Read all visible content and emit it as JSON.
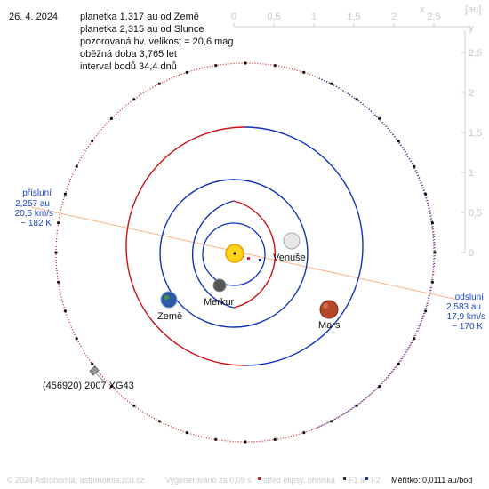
{
  "date": "26. 4. 2024",
  "info_lines": [
    "planetka 1,317 au od Země",
    "planetka 2,315 au od Slunce",
    "pozorovaná hv. velikost = 20,6 mag",
    "oběžná doba 3,765 let",
    "interval bodů 34,4 dnů"
  ],
  "axis": {
    "unit": "[au]",
    "x_label": "x",
    "y_label": "y",
    "x_ticks": [
      "0",
      "0,5",
      "1",
      "1,5",
      "2",
      "2,5"
    ],
    "y_ticks": [
      "2,5",
      "2",
      "1,5",
      "1",
      "0,5",
      "0"
    ]
  },
  "perihelion": {
    "title": "přísluní",
    "distance": "2,257 au",
    "speed": "20,5 km/s",
    "temp": "~ 182 K"
  },
  "aphelion": {
    "title": "odsluní",
    "distance": "2,583 au",
    "speed": "17,9 km/s",
    "temp": "~ 170 K"
  },
  "bodies": {
    "venus": "Venuše",
    "mercury": "Merkur",
    "earth": "Země",
    "mars": "Mars",
    "asteroid": "(456920) 2007 XG43"
  },
  "footer": {
    "copyright": "© 2024 Astronomia, astronomia.zcu.cz",
    "generated": "Vygenerováno za 0,09 s",
    "legend_center": "střed elipsy, ohniska",
    "legend_foci": "F1 a",
    "legend_f2": "F2",
    "scale": "Měřítko: 0,0111 au/bod"
  },
  "colors": {
    "inner_orbit": "#cc1111",
    "outer_orbit": "#1133bb",
    "asteroid_orbit": "#cc2222",
    "apsis_line": "#f5b48a",
    "axis_text": "#c8c8c8",
    "label_blue": "#1a44cc",
    "sun": "#ffd21a",
    "mars": "#b5472a"
  }
}
